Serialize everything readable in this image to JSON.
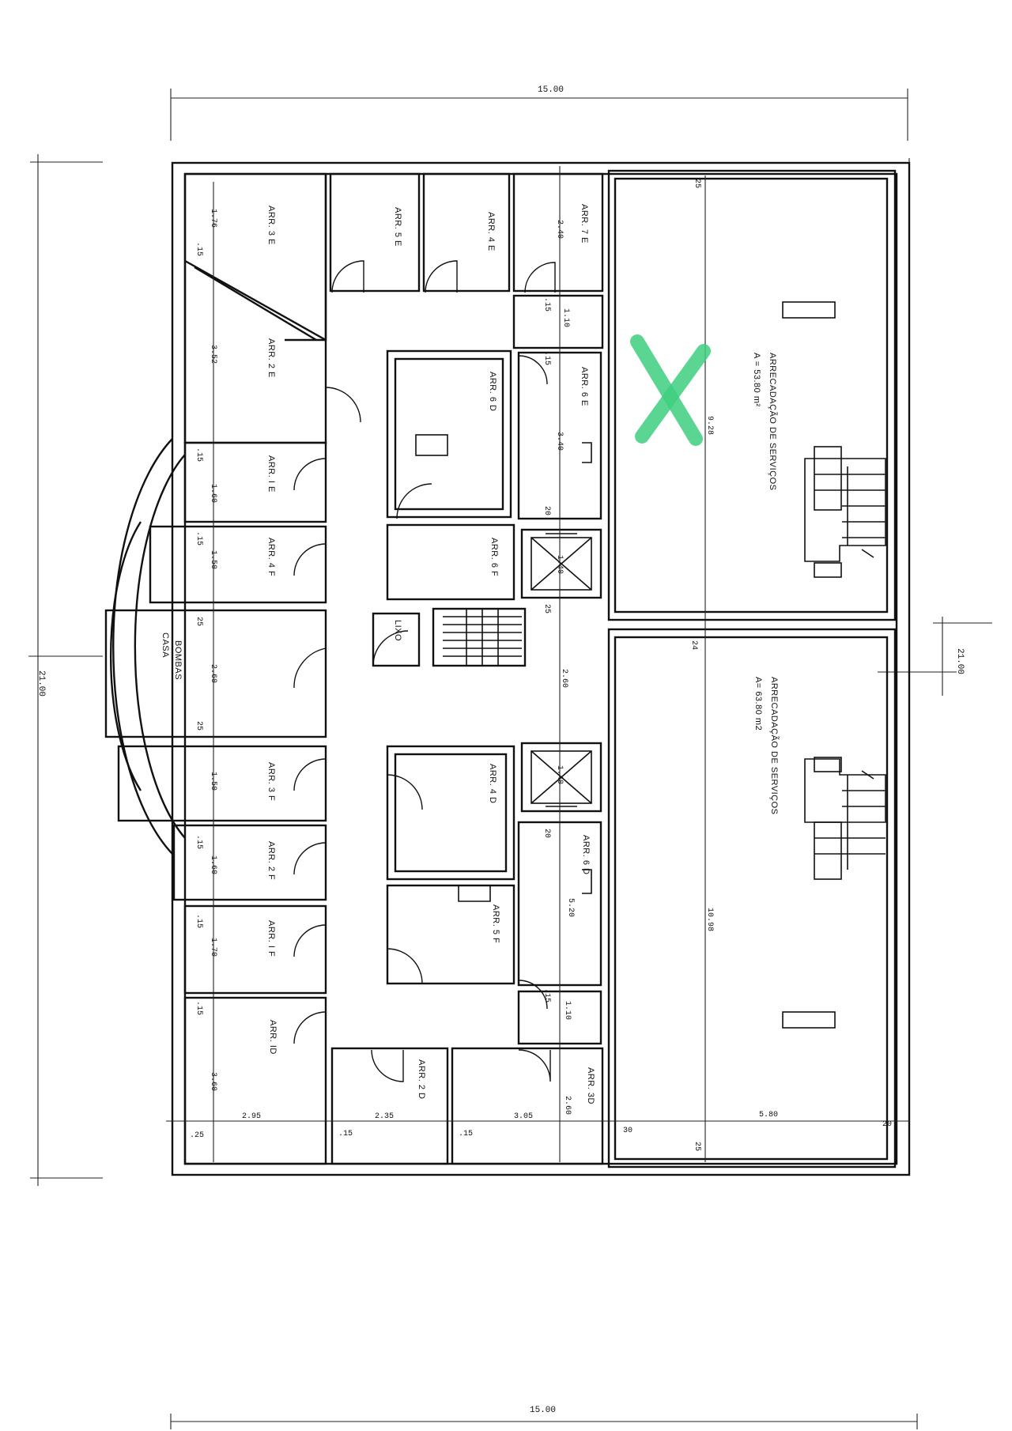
{
  "dimensions": {
    "top_width": "15.00",
    "bottom_width": "15.00",
    "left_height": "21.00",
    "right_height": "21.00"
  },
  "rooms": {
    "arr_3e": "ARR. 3 E",
    "arr_5e": "ARR. 5 E",
    "arr_4e": "ARR. 4 E",
    "arr_7e": "ARR. 7 E",
    "arr_2e": "ARR. 2 E",
    "arr_6d": "ARR. 6 D",
    "arr_6e": "ARR. 6 E",
    "arr_1e": "ARR. I E",
    "arr_4f": "ARR. 4 F",
    "arr_6f": "ARR. 6 F",
    "lixo": "LIXO",
    "casa_bombas_1": "CASA",
    "casa_bombas_2": "BOMBAS",
    "arr_3f": "ARR. 3 F",
    "arr_4d": "ARR. 4 D",
    "arr_2f": "ARR. 2 F",
    "arr_6d_low": "ARR. 6 D",
    "arr_5f": "ARR. 5 F",
    "arr_1f": "ARR. I F",
    "arr_1d": "ARR. ID",
    "arr_2d": "ARR. 2 D",
    "arr_3d": "ARR. 3D",
    "serv_top_1": "ARRECADAÇÃO  DE  SERVIÇOS",
    "serv_top_2": "A = 53.80 m²",
    "serv_bot_1": "ARRECADAÇÃO  DE  SERVIÇOS",
    "serv_bot_2": "A= 63.80 m2"
  },
  "measures": {
    "m_176": "1.76",
    "m_15a": ".15",
    "m_240": "2.40",
    "m_15b": ".15",
    "m_110a": "1.10",
    "m_15c": ".15",
    "m_352": "3.52",
    "m_340": "3.40",
    "m_15d": ".15",
    "m_160a": "1.60",
    "m_20a": "20",
    "m_15e": ".15",
    "m_150a": "1.50",
    "m_140a": "1.40",
    "m_25a": "25",
    "m_260a": "2.60",
    "m_25b": "25",
    "m_260b": "2.60",
    "m_25c": "25",
    "m_150b": "1.50",
    "m_140b": "1.40",
    "m_20b": "20",
    "m_15f": ".15",
    "m_160b": "1.60",
    "m_520": "5.20",
    "m_15g": ".15",
    "m_170": "1.70",
    "m_15h": ".15",
    "m_110b": "1.10",
    "m_15i": ".15",
    "m_360": "3.60",
    "m_260c": "2.60",
    "m_25d": ".25",
    "m_295": "2.95",
    "m_15j": ".15",
    "m_235": "2.35",
    "m_15k": ".15",
    "m_305": "3.05",
    "m_30": "30",
    "m_580": "5.80",
    "m_20c": "20",
    "m_25e": "25",
    "m_25f": "25",
    "m_928": "9.28",
    "m_24": "24",
    "m_1098": "10.98"
  },
  "colors": {
    "line": "#111111",
    "mark": "#3fd080",
    "paper": "#ffffff"
  }
}
